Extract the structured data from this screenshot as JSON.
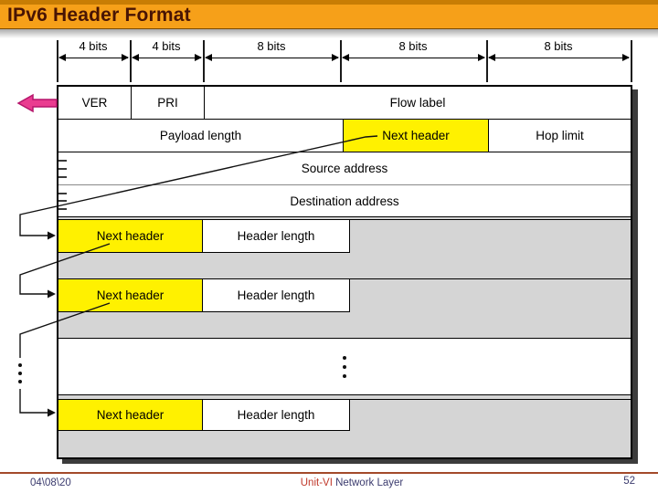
{
  "slide": {
    "title": "IPv6 Header Format",
    "footer": {
      "date": "04\\08\\20",
      "unit": "Unit-VI",
      "course": "Network Layer",
      "page": "52"
    }
  },
  "diagram": {
    "bit_labels": [
      "4 bits",
      "4 bits",
      "8 bits",
      "8 bits",
      "8 bits"
    ],
    "main_header": {
      "ver": "VER",
      "pri": "PRI",
      "flow_label": "Flow label",
      "payload_length": "Payload length",
      "next_header": "Next header",
      "hop_limit": "Hop limit",
      "source_address": "Source address",
      "destination_address": "Destination address"
    },
    "extension_rows": [
      {
        "next_header": "Next header",
        "header_length": "Header length"
      },
      {
        "next_header": "Next header",
        "header_length": "Header length"
      },
      {
        "next_header": "Next header",
        "header_length": "Header length"
      }
    ],
    "icons": [
      "left-pink-arrow-icon",
      "dimension-arrow-icon",
      "flow-pointer-arrow-icon",
      "vertical-ellipsis-icon"
    ],
    "colors": {
      "title_bar_orange": "#f6a019",
      "title_text": "#481404",
      "highlight_yellow": "#fff100",
      "filler_gray": "#d5d5d5",
      "pink_arrow": "#ea3c90",
      "footer_rule": "#a34a2a",
      "footer_text_navy": "#3b3b6e",
      "footer_text_red": "#c0392b"
    }
  }
}
